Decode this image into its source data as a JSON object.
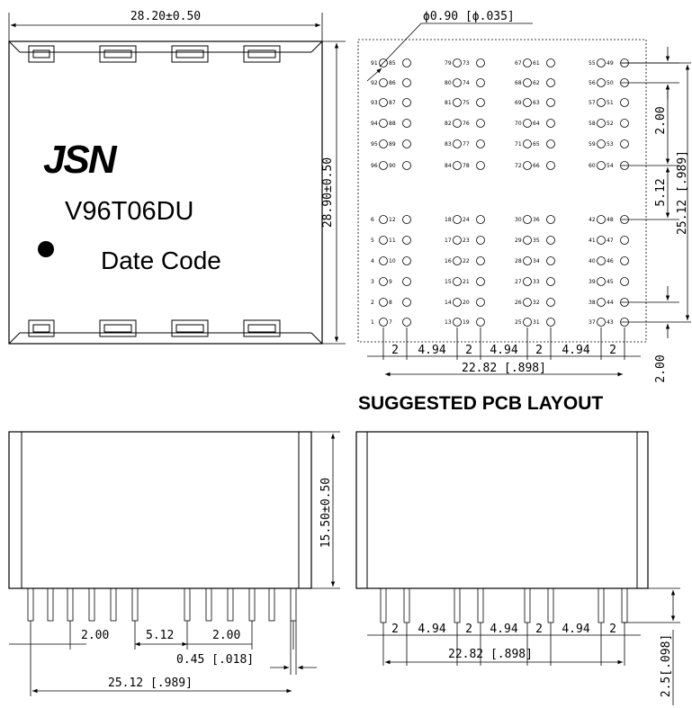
{
  "top_view": {
    "width_dim": "28.20±0.50",
    "height_dim": "28.90±0.50",
    "logo": "JSN",
    "part_number": "V96T06DU",
    "date_code": "Date Code"
  },
  "pcb_layout": {
    "hole_dim": "ϕ0.90 [ϕ.035]",
    "title": "SUGGESTED PCB LAYOUT",
    "dim_2": "2",
    "dim_494": "4.94",
    "dim_2282": "22.82 [.898]",
    "dim_200": "2.00",
    "dim_512": "5.12",
    "dim_2512": "25.12 [.989]",
    "dim_200b": "2.00",
    "columns": [
      {
        "top": [
          [
            "91",
            "85"
          ],
          [
            "92",
            "86"
          ],
          [
            "93",
            "87"
          ],
          [
            "94",
            "88"
          ],
          [
            "95",
            "89"
          ],
          [
            "96",
            "90"
          ]
        ],
        "bottom": [
          [
            "6",
            "12"
          ],
          [
            "5",
            "11"
          ],
          [
            "4",
            "10"
          ],
          [
            "3",
            "9"
          ],
          [
            "2",
            "8"
          ],
          [
            "1",
            "7"
          ]
        ]
      },
      {
        "top": [
          [
            "79",
            "73"
          ],
          [
            "80",
            "74"
          ],
          [
            "81",
            "75"
          ],
          [
            "82",
            "76"
          ],
          [
            "83",
            "77"
          ],
          [
            "84",
            "78"
          ]
        ],
        "bottom": [
          [
            "18",
            "24"
          ],
          [
            "17",
            "23"
          ],
          [
            "16",
            "22"
          ],
          [
            "15",
            "21"
          ],
          [
            "14",
            "20"
          ],
          [
            "13",
            "19"
          ]
        ]
      },
      {
        "top": [
          [
            "67",
            "61"
          ],
          [
            "68",
            "62"
          ],
          [
            "69",
            "63"
          ],
          [
            "70",
            "64"
          ],
          [
            "71",
            "65"
          ],
          [
            "72",
            "66"
          ]
        ],
        "bottom": [
          [
            "30",
            "36"
          ],
          [
            "29",
            "35"
          ],
          [
            "28",
            "34"
          ],
          [
            "27",
            "33"
          ],
          [
            "26",
            "32"
          ],
          [
            "25",
            "31"
          ]
        ]
      },
      {
        "top": [
          [
            "55",
            "49"
          ],
          [
            "56",
            "50"
          ],
          [
            "57",
            "51"
          ],
          [
            "58",
            "52"
          ],
          [
            "59",
            "53"
          ],
          [
            "60",
            "54"
          ]
        ],
        "bottom": [
          [
            "42",
            "48"
          ],
          [
            "41",
            "47"
          ],
          [
            "40",
            "46"
          ],
          [
            "39",
            "45"
          ],
          [
            "38",
            "44"
          ],
          [
            "37",
            "43"
          ]
        ]
      }
    ]
  },
  "side_view_left": {
    "height_dim": "15.50±0.50",
    "dim_200a": "2.00",
    "dim_512": "5.12",
    "dim_200b": "2.00",
    "dim_045": "0.45 [.018]",
    "dim_2512": "25.12 [.989]"
  },
  "side_view_right": {
    "dim_2": "2",
    "dim_494": "4.94",
    "dim_2282": "22.82 [.898]",
    "dim_25": "2.5[.098]"
  }
}
